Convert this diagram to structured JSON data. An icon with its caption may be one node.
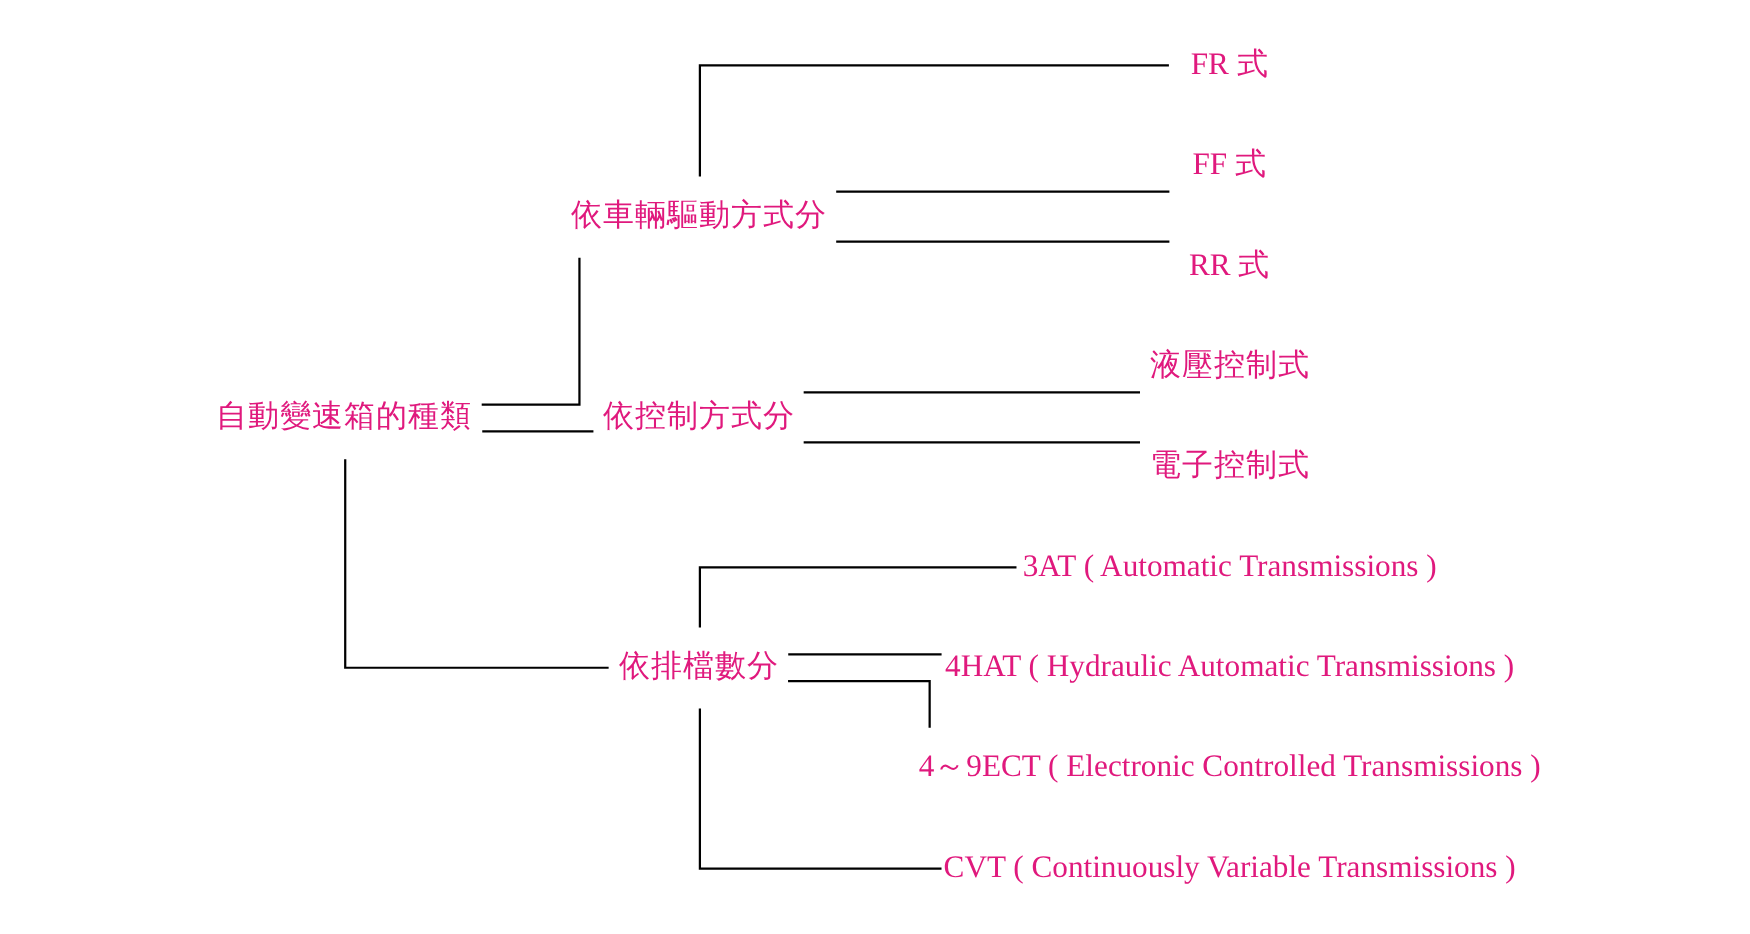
{
  "diagram": {
    "nodes": [
      {
        "text": [
          "自動變速箱的種類"
        ]
      },
      {
        "text": [
          "依車輛驅動方式分"
        ]
      },
      {
        "text": [
          "FR 式"
        ]
      },
      {
        "text": [
          "FF 式"
        ]
      },
      {
        "text": [
          "RR 式"
        ]
      },
      {
        "text": [
          "依控制方式分"
        ]
      },
      {
        "text": [
          "液壓控制式"
        ]
      },
      {
        "text": [
          "電子控制式"
        ]
      },
      {
        "text": [
          "依排檔數分"
        ]
      },
      {
        "text": [
          "3AT ( Automatic Transmissions )"
        ]
      },
      {
        "text": [
          "4HAT ( Hydraulic Automatic Transmissions )"
        ]
      },
      {
        "text": [
          "4～9ECT ( Electronic Controlled Transmissions )"
        ]
      },
      {
        "text": [
          "CVT ( Continuously Variable Transmissions )"
        ]
      }
    ],
    "edges": [
      {
        "from": 0,
        "to": 1,
        "arrow": "none"
      },
      {
        "from": 0,
        "to": 5,
        "arrow": "none"
      },
      {
        "from": 0,
        "to": 8,
        "arrow": "none"
      },
      {
        "from": 1,
        "to": 2,
        "arrow": "none"
      },
      {
        "from": 1,
        "to": 3,
        "arrow": "none"
      },
      {
        "from": 1,
        "to": 4,
        "arrow": "none"
      },
      {
        "from": 5,
        "to": 6,
        "arrow": "none"
      },
      {
        "from": 5,
        "to": 7,
        "arrow": "none"
      },
      {
        "from": 8,
        "to": 9,
        "arrow": "none"
      },
      {
        "from": 8,
        "to": 10,
        "arrow": "none"
      },
      {
        "from": 8,
        "to": 11,
        "arrow": "none"
      },
      {
        "from": 8,
        "to": 12,
        "arrow": "none"
      }
    ]
  }
}
